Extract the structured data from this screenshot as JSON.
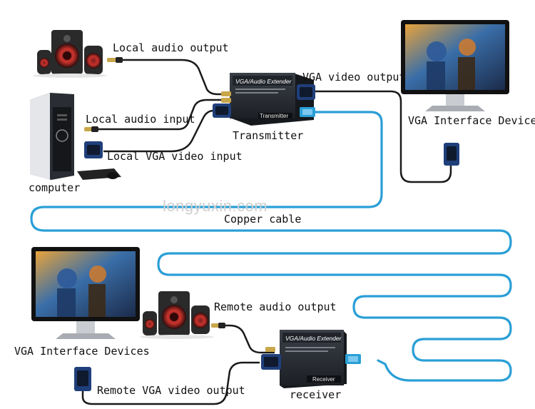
{
  "labels": {
    "local_audio_output": "Local audio output",
    "local_audio_input": "Local audio input",
    "local_vga_input": "Local VGA video input",
    "computer": "computer",
    "transmitter": "Transmitter",
    "vga_video_output": "VGA video output",
    "vga_devices_top": "VGA Interface Devices",
    "copper_cable": "Copper cable",
    "vga_devices_bottom": "VGA Interface Devices",
    "remote_audio_output": "Remote audio output",
    "remote_vga_output": "Remote VGA video output",
    "receiver": "receiver"
  },
  "watermark": "longyuxin.com",
  "transmitter_box": {
    "title": "VGA/Audio Extender",
    "tag": "Transmitter"
  },
  "receiver_box": {
    "title": "VGA/Audio Extender",
    "tag": "Receiver"
  },
  "colors": {
    "copper_cable": "#2a9fd6",
    "signal_cable": "#1a1a1a",
    "device_body": "#2b2f36"
  }
}
